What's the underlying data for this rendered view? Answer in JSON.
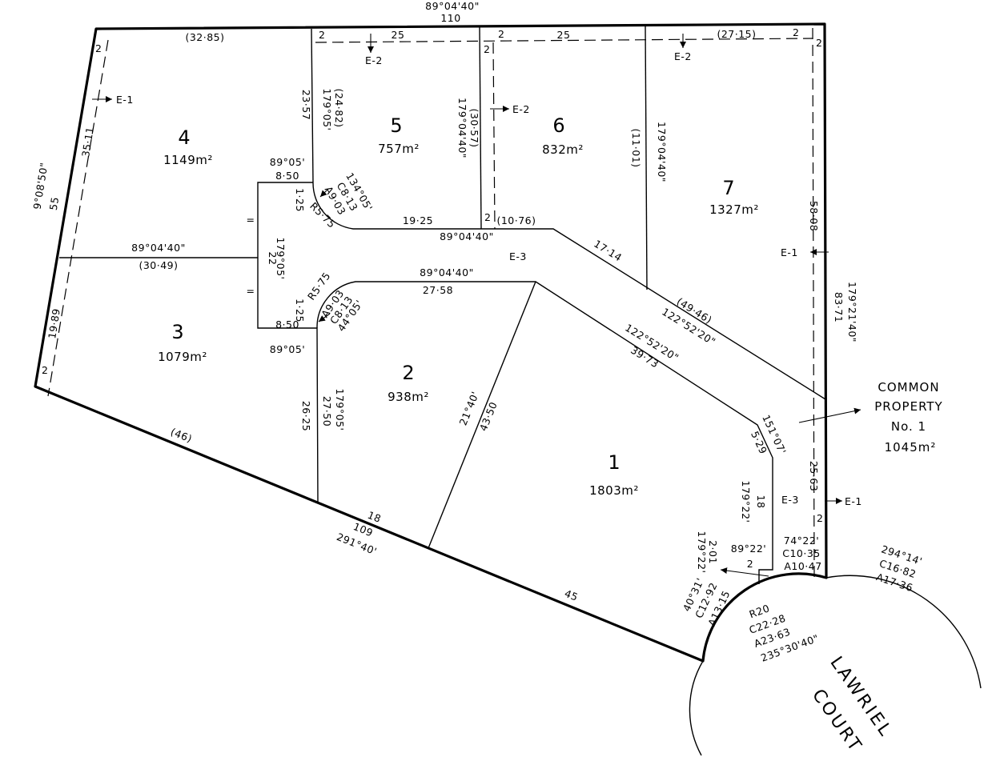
{
  "lots": [
    {
      "number": "1",
      "area": "1803m²"
    },
    {
      "number": "2",
      "area": "938m²"
    },
    {
      "number": "3",
      "area": "1079m²"
    },
    {
      "number": "4",
      "area": "1149m²"
    },
    {
      "number": "5",
      "area": "757m²"
    },
    {
      "number": "6",
      "area": "832m²"
    },
    {
      "number": "7",
      "area": "1327m²"
    }
  ],
  "common_property": {
    "line1": "COMMON",
    "line2": "PROPERTY",
    "line3": "No. 1",
    "area": "1045m²"
  },
  "street": {
    "line1": "LAWRIEL",
    "line2": "COURT"
  },
  "easements": {
    "e1": "E-1",
    "e2": "E-2",
    "e3": "E-3"
  },
  "labels": {
    "top_bearing": "89°04'40\"",
    "top_length": "110",
    "top_32_85": "(32·85)",
    "top_25a": "25",
    "top_25b": "25",
    "top_27_15": "(27·15)",
    "west_bearing": "9°08'50\"",
    "west_length": "55",
    "west_35_11": "35·11",
    "west_19_89": "19·89",
    "l4_l3_bearing": "89°04'40\"",
    "l4_l3_length": "(30·49)",
    "l4_l5_23_57": "23·57",
    "l5_bearing_a": "179°05'",
    "l5_24_82": "(24·82)",
    "l56_bearing": "179°04'40\"",
    "l56_30_57": "(30·57)",
    "l67_11_01": "(11·01)",
    "l67_bearing": "179°04'40\"",
    "l4_8_50": "8·50",
    "l4_89_05": "89°05'",
    "arc_upper_134": "134°05'",
    "arc_upper_c": "C8·13",
    "arc_upper_a": "A9·03",
    "r_upper": "R5·75",
    "len_1_25_upper": "1·25",
    "road_19_25": "19·25",
    "road_bearing": "89°04'40\"",
    "road_10_76": "(10·76)",
    "axis_22": "22",
    "axis_179": "179°05'",
    "e3_road": "E-3",
    "road_17_14": "17·14",
    "road_49_46": "(49·46)",
    "road_122a": "122°52'20\"",
    "l2_bearing": "89°04'40\"",
    "l2_27_58": "27·58",
    "r_lower": "R5·75",
    "arc_lower_a": "A9·03",
    "arc_lower_c": "C8·13",
    "arc_lower_44": "44°05'",
    "len_1_25_lower": "1·25",
    "l3_8_50": "8·50",
    "l3_89_05": "89°05'",
    "l2_26_25": "26·25",
    "l2_179": "179°05'",
    "l2_27_50": "27·50",
    "diag_21": "21°40'",
    "diag_43_50": "43·50",
    "l1_122": "122°52'20\"",
    "l1_39_73": "39·73",
    "l1_151": "151°07'",
    "l1_5_29": "5·29",
    "l1_179_22": "179°22'",
    "l1_18": "18",
    "l1_89_22": "89°22'",
    "l1_2": "2",
    "l1_179_22b": "179°22'",
    "l1_2_01": "2·01",
    "l1_74_22": "74°22'",
    "l1_c10": "C10·35",
    "l1_a10": "A10·47",
    "east_58_08": "58·08",
    "east_179_21": "179°21'40\"",
    "east_83_71": "83·71",
    "east_25_63": "25·63",
    "south_46": "(46)",
    "south_18": "18",
    "south_109": "109",
    "south_291": "291°40'",
    "south_45": "45",
    "curve_40": "40°31'",
    "curve_c12": "C12·92",
    "curve_a13": "A13·15",
    "curve_r20": "R20",
    "curve_c22": "C22·28",
    "curve_a23": "A23·63",
    "curve_235": "235°30'40\"",
    "curve_294": "294°14'",
    "curve_c16": "C16·82",
    "curve_a17": "A17·36",
    "two": "2",
    "equals": "="
  }
}
